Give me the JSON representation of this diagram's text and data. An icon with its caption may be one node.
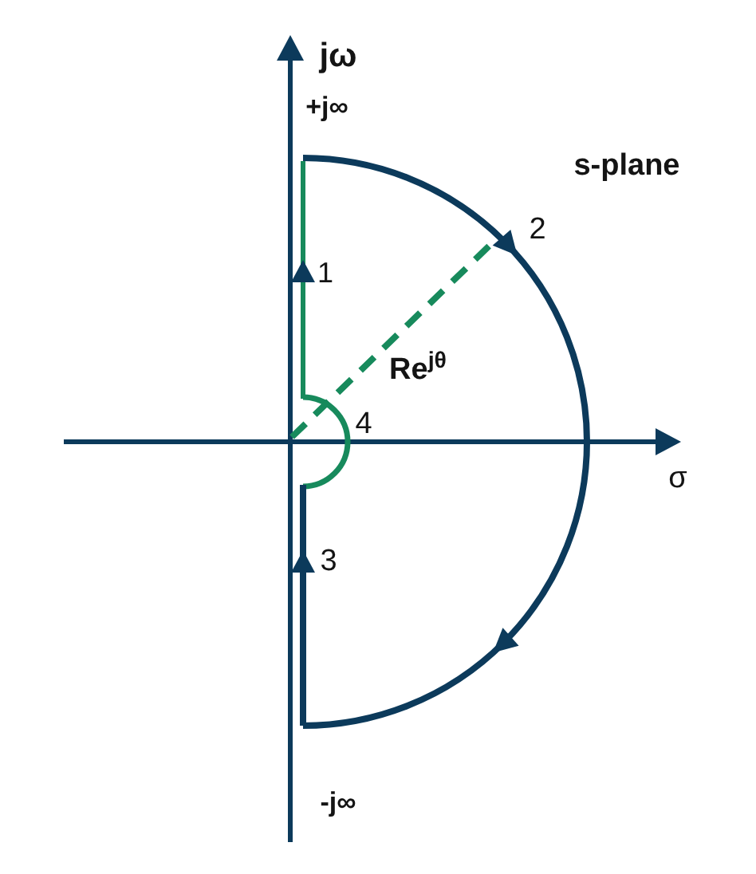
{
  "diagram": {
    "labels": [
      "jω",
      "+j∞",
      "s-plane",
      "2",
      "1",
      "Re$^{jθ}$",
      "4",
      "σ",
      "3",
      "-j∞"
    ]
  }
}
